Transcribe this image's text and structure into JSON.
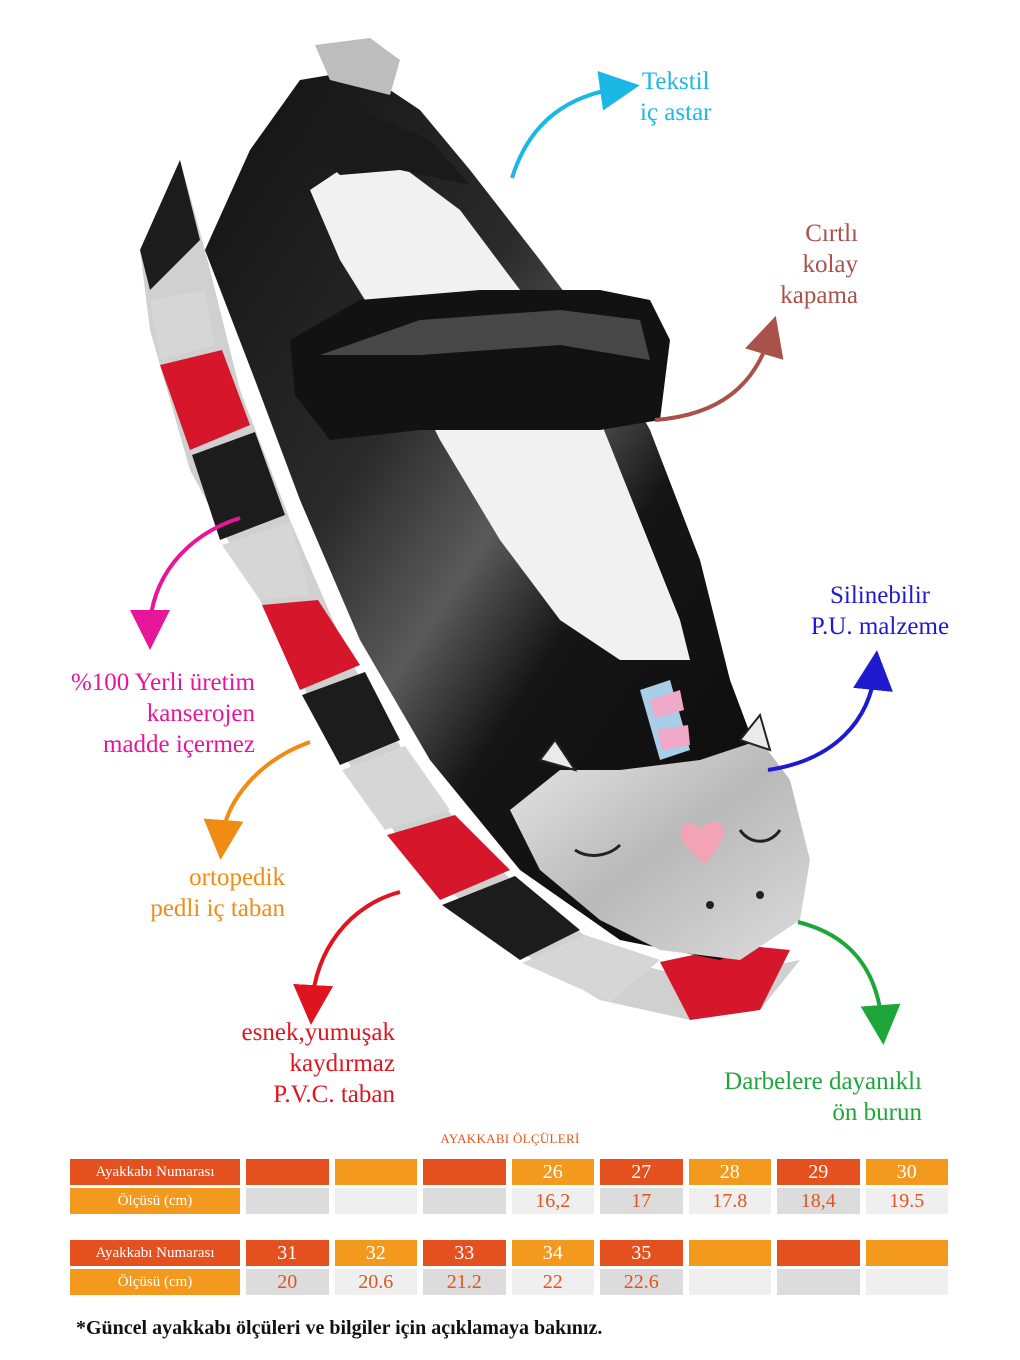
{
  "callouts": {
    "lining": [
      "Tekstil",
      "iç astar"
    ],
    "velcro": [
      "Cırtlı",
      "kolay",
      "kapama"
    ],
    "local": [
      "%100 Yerli üretim",
      "kanserojen",
      "madde içermez"
    ],
    "erasable": [
      "Silinebilir",
      "P.U. malzeme"
    ],
    "insole": [
      "ortopedik",
      "pedli iç taban"
    ],
    "sole": [
      "esnek,yumuşak",
      "kaydırmaz",
      "P.V.C. taban"
    ],
    "toe": [
      "Darbelere dayanıklı",
      "ön burun"
    ]
  },
  "colors": {
    "lining": "#1bb8e6",
    "velcro": "#a8524a",
    "local": "#e5169a",
    "erasable": "#1e1ad0",
    "insole": "#f08c14",
    "sole": "#e0141e",
    "toe": "#1fa63a",
    "table_red": "#e4501e",
    "table_orange": "#f39a1e"
  },
  "size_table": {
    "title": "AYAKKABI ÖLÇÜLERİ",
    "row_label_number": "Ayakkabı Numarası",
    "row_label_cm": "Ölçüsü (cm)",
    "table1": {
      "numbers": [
        "",
        "",
        "",
        "26",
        "27",
        "28",
        "29",
        "30"
      ],
      "cm": [
        "",
        "",
        "",
        "16,2",
        "17",
        "17.8",
        "18,4",
        "19.5"
      ]
    },
    "table2": {
      "numbers": [
        "31",
        "32",
        "33",
        "34",
        "35",
        "",
        "",
        ""
      ],
      "cm": [
        "20",
        "20.6",
        "21.2",
        "22",
        "22.6",
        "",
        "",
        ""
      ]
    }
  },
  "footnote": "*Güncel ayakkabı ölçüleri ve bilgiler için açıklamaya bakınız."
}
